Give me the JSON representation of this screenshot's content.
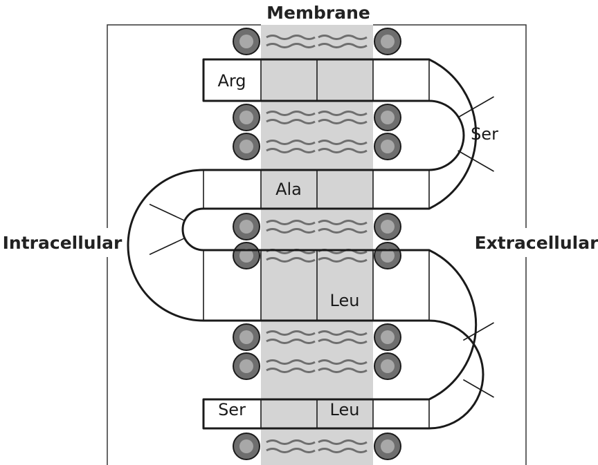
{
  "labels": {
    "membrane": "Membrane",
    "intracellular": "Intracellular",
    "extracellular": "Extracellular"
  },
  "residues": {
    "row1_arg": "Arg",
    "curve1_ser": "Ser",
    "row2_ala": "Ala",
    "row3_leu": "Leu",
    "row4_ser": "Ser",
    "row4_leu": "Leu"
  },
  "colors": {
    "membrane_band": "#d4d4d4",
    "lipid_head_outer": "#6e6e6e",
    "lipid_head_inner": "#a8a8a8",
    "outline": "#1a1a1a",
    "frame": "#333333"
  }
}
